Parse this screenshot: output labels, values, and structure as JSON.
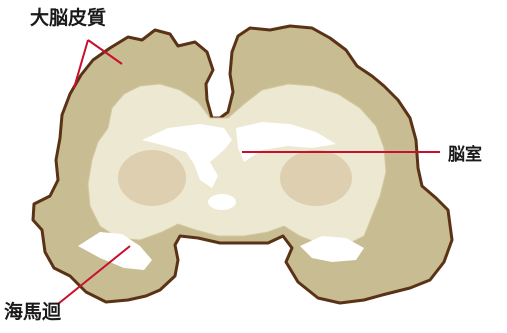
{
  "labels": {
    "cerebral_cortex": "大脳皮質",
    "ventricle": "脳室",
    "hippocampus": "海馬迴"
  },
  "colors": {
    "cortex_gray": "#c8bc92",
    "white_matter": "#ede8d2",
    "outline": "#5a3216",
    "deep_nuclei": "#d7c7a4",
    "ventricle_fill": "#ffffff",
    "leader_line": "#c8102e"
  }
}
